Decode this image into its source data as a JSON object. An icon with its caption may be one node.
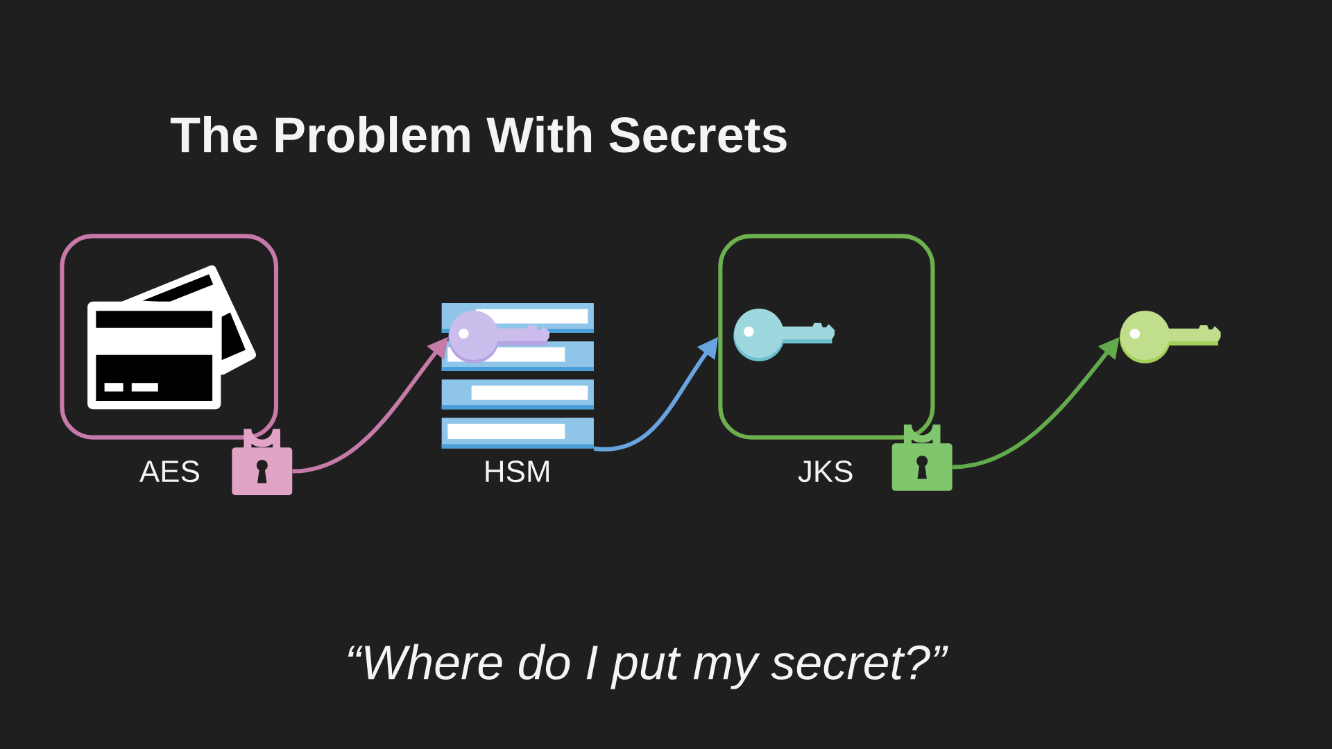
{
  "diagram": {
    "title": "The Problem With Secrets",
    "caption": "“Where do I put my secret?”",
    "nodes": [
      {
        "text": [
          "AES"
        ]
      },
      {
        "text": [],
        "shape": "lock"
      },
      {
        "text": [
          "HSM"
        ]
      },
      {
        "text": [],
        "shape": "key",
        "in": 2
      },
      {
        "text": [
          "JKS"
        ]
      },
      {
        "text": [],
        "shape": "key",
        "in": 4
      },
      {
        "text": [],
        "shape": "lock"
      },
      {
        "text": [],
        "shape": "key"
      }
    ],
    "edges": [
      {
        "from": 1,
        "to": 3,
        "arrow": "to",
        "color": "#c47ba8"
      },
      {
        "from": 2,
        "to": 4,
        "arrow": "to",
        "color": "#68a5e0"
      },
      {
        "from": 6,
        "to": 7,
        "arrow": "to",
        "color": "#62ab4c"
      }
    ]
  }
}
